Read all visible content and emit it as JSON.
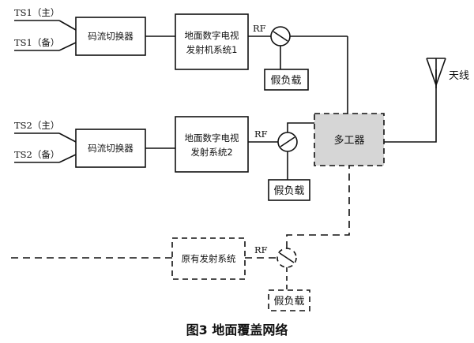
{
  "inputs": {
    "ts1_main": "TS1（主）",
    "ts1_backup": "TS1（备）",
    "ts2_main": "TS2（主）",
    "ts2_backup": "TS2（备）"
  },
  "switcher_label": "码流切换器",
  "system1": {
    "line1": "地面数字电视",
    "line2": "发射机系统1"
  },
  "system2": {
    "line1": "地面数字电视",
    "line2": "发射系统2"
  },
  "legacy_system": "原有发射系统",
  "rf_label": "RF",
  "dummy_load": "假负载",
  "multiplexer": "多工器",
  "antenna": "天线",
  "caption": "图3  地面覆盖网络"
}
